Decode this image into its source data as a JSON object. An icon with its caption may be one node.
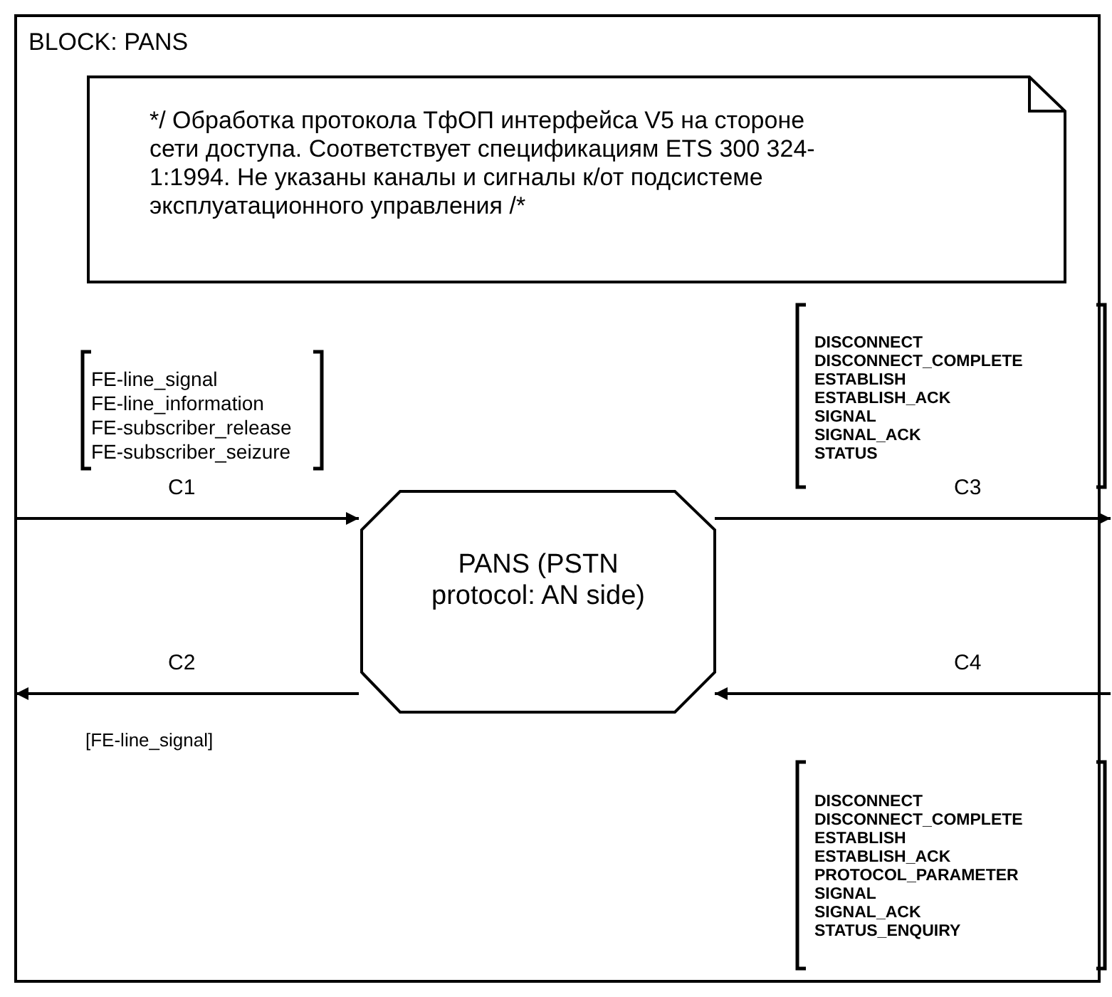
{
  "diagram": {
    "nodes": [
      {
        "text": [
          "BLOCK: PANS"
        ]
      },
      {
        "text": [
          "*/ Обработка протокола ТфОП интерфейса V5 на стороне сети доступа. Соответствует спецификациям ETS 300 324-1:1994. Не указаны каналы и сигналы к/от подсистеме эксплуатационного управления /*"
        ],
        "in": 0
      },
      {
        "text": [
          "PANS (PSTN protocol: AN side)"
        ],
        "in": 0
      }
    ],
    "edges": [
      {
        "from": null,
        "to": 2,
        "arrow": "to",
        "label": "C1"
      },
      {
        "from": 2,
        "to": null,
        "arrow": "to",
        "label": "C2"
      },
      {
        "from": 2,
        "to": null,
        "arrow": "to",
        "label": "C3"
      },
      {
        "from": null,
        "to": 2,
        "arrow": "to",
        "label": "C4"
      }
    ],
    "labels": [
      "FE-line_signal",
      "FE-line_information",
      "FE-subscriber_release",
      "FE-subscriber_seizure",
      "DISCONNECT",
      "DISCONNECT_COMPLETE",
      "ESTABLISH",
      "ESTABLISH_ACK",
      "SIGNAL",
      "SIGNAL_ACK",
      "STATUS",
      "[FE-line_signal]",
      "DISCONNECT",
      "DISCONNECT_COMPLETE",
      "ESTABLISH",
      "ESTABLISH_ACK",
      "PROTOCOL_PARAMETER",
      "SIGNAL",
      "SIGNAL_ACK",
      "STATUS_ENQUIRY"
    ]
  }
}
